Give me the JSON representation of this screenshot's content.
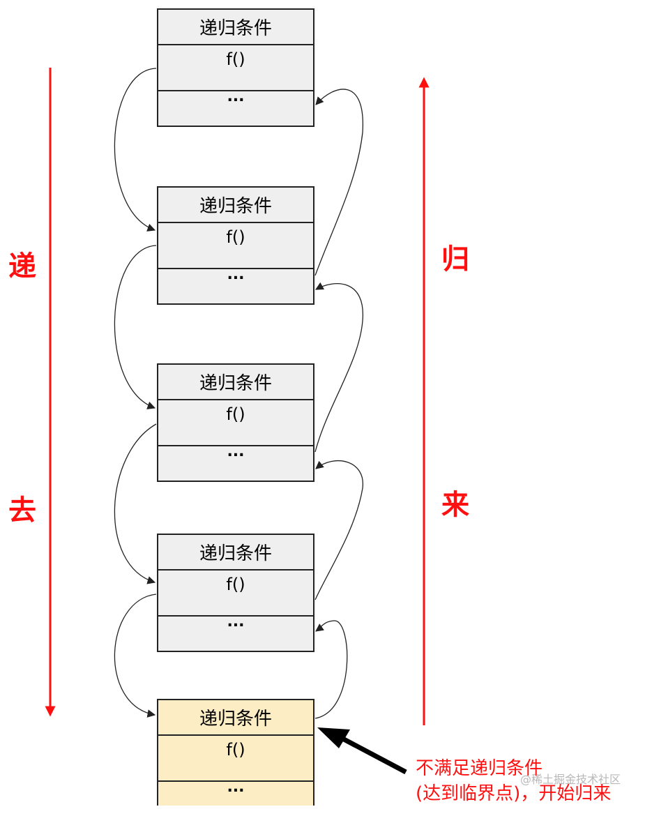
{
  "left_label": {
    "char1": "递",
    "char2": "去"
  },
  "right_label": {
    "char1": "归",
    "char2": "来"
  },
  "frames": [
    {
      "condition": "递归条件",
      "call": "f()",
      "more": "..."
    },
    {
      "condition": "递归条件",
      "call": "f()",
      "more": "..."
    },
    {
      "condition": "递归条件",
      "call": "f()",
      "more": "..."
    },
    {
      "condition": "递归条件",
      "call": "f()",
      "more": "..."
    },
    {
      "condition": "递归条件",
      "call": "f()",
      "more": "..."
    }
  ],
  "annotation": {
    "line1": "不满足递归条件",
    "line2": "(达到临界点)，开始归来"
  },
  "watermark": "@稀土掘金技术社区",
  "colors": {
    "accent_red": "#ff1010",
    "frame_fill": "#efefef",
    "base_frame_fill": "#fdedc4",
    "stroke": "#222222"
  }
}
